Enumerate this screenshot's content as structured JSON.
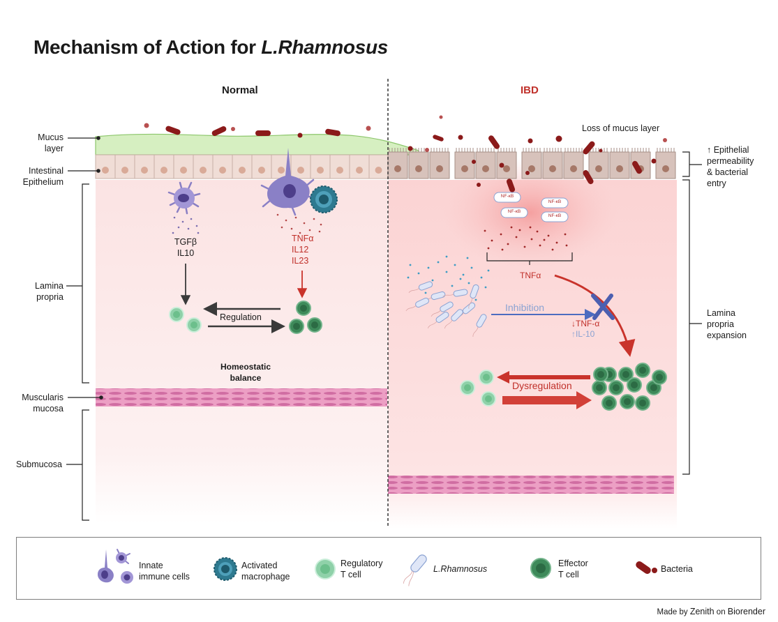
{
  "title": {
    "prefix": "Mechanism of Action for ",
    "italic": "L.Rhamnosus"
  },
  "panels": {
    "normal": "Normal",
    "ibd": "IBD"
  },
  "left_labels": {
    "mucus_1": "Mucus",
    "mucus_2": "layer",
    "epi_1": "Intestinal",
    "epi_2": "Epithelium",
    "lamina_1": "Lamina",
    "lamina_2": "propria",
    "musc_1": "Muscularis",
    "musc_2": "mucosa",
    "submucosa": "Submucosa"
  },
  "right_labels": {
    "perm_1": "↑ Epithelial",
    "perm_2": "permeability",
    "perm_3": "& bacterial",
    "perm_4": "entry",
    "exp_1": "Lamina",
    "exp_2": "propria",
    "exp_3": "expansion"
  },
  "normal": {
    "cyto_left_1": "TGFβ",
    "cyto_left_2": "IL10",
    "cyto_right_1": "TNFα",
    "cyto_right_2": "IL12",
    "cyto_right_3": "IL23",
    "regulation": "Regulation",
    "balance_1": "Homeostatic",
    "balance_2": "balance"
  },
  "ibd": {
    "loss_mucus": "Loss of mucus layer",
    "nfkb": "NF-κB",
    "tnfa": "TNFα",
    "inhibition": "Inhibition",
    "tnf_down": "↓TNF-α",
    "il10_up": "↑IL-10",
    "dysregulation": "Dysregulation"
  },
  "legend": [
    {
      "icon": "innate-immune-cells-icon",
      "line1": "Innate",
      "line2": "immune cells"
    },
    {
      "icon": "activated-macrophage-icon",
      "line1": "Activated",
      "line2": "macrophage"
    },
    {
      "icon": "regulatory-t-cell-icon",
      "line1": "Regulatory",
      "line2": "T cell"
    },
    {
      "icon": "l-rhamnosus-icon",
      "line1": "L.Rhamnosus",
      "line2": ""
    },
    {
      "icon": "effector-t-cell-icon",
      "line1": "Effector",
      "line2": "T cell"
    },
    {
      "icon": "bacteria-icon",
      "line1": "Bacteria",
      "line2": ""
    }
  ],
  "credit": {
    "made_by": "Made by",
    "name": "Zenith",
    "on": "on",
    "platform": "Biorender"
  },
  "colors": {
    "bacteria": "#8b1a1a",
    "regulatory": "#8fd1a9",
    "effector": "#3e8a5a",
    "arrow_red": "#c9332b",
    "inhibition": "#4c6cc0",
    "innate": "#8a7fc4",
    "macrophage": "#2e7a90",
    "mucus": "#d6efc1",
    "muscle": "#e79bc0"
  }
}
